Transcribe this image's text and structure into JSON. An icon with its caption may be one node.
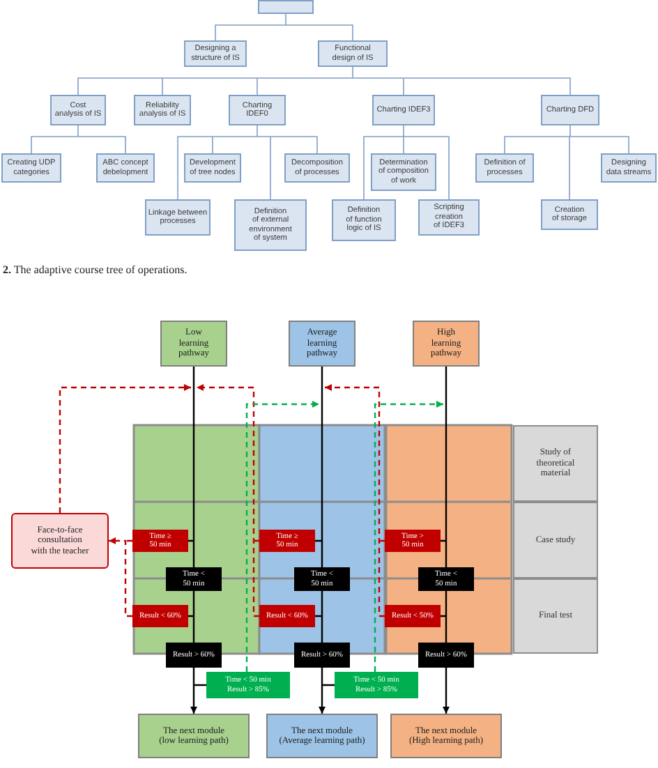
{
  "diagram": {
    "caption": "**2.** The adaptive course tree of operations.",
    "nodes": [
      {
        "text": [],
        "shape": "box"
      },
      {
        "text": [
          "Designing a structure of IS"
        ]
      },
      {
        "text": [
          "Functional design of IS"
        ]
      },
      {
        "text": [
          "Cost analysis of IS"
        ]
      },
      {
        "text": [
          "Reliability analysis of IS"
        ]
      },
      {
        "text": [
          "Charting IDEF0"
        ]
      },
      {
        "text": [
          "Charting IDEF3"
        ]
      },
      {
        "text": [
          "Charting DFD"
        ]
      },
      {
        "text": [
          "Creating UDP categories"
        ]
      },
      {
        "text": [
          "ABC concept debelopment"
        ]
      },
      {
        "text": [
          "Development of tree nodes"
        ]
      },
      {
        "text": [
          "Decomposition of processes"
        ]
      },
      {
        "text": [
          "Linkage between processes"
        ]
      },
      {
        "text": [
          "Definition of external environment of system"
        ]
      },
      {
        "text": [
          "Determination of composition of work"
        ]
      },
      {
        "text": [
          "Definition of function logic of IS"
        ]
      },
      {
        "text": [
          "Scripting creation of IDEF3"
        ]
      },
      {
        "text": [
          "Definition of processes"
        ]
      },
      {
        "text": [
          "Designing data streams"
        ]
      },
      {
        "text": [
          "Creation of storage"
        ]
      },
      {
        "text": [
          "Low learning pathway"
        ]
      },
      {
        "text": [
          "Average learning pathway"
        ]
      },
      {
        "text": [
          "High learning pathway"
        ]
      },
      {
        "text": [
          "Study of theoretical material"
        ]
      },
      {
        "text": [
          "Case study"
        ]
      },
      {
        "text": [
          "Final test"
        ]
      },
      {
        "text": [
          "Face-to-face consultation with the teacher"
        ]
      },
      {
        "text": [
          "Time ≥ 50 min"
        ]
      },
      {
        "text": [
          "Time < 50 min"
        ]
      },
      {
        "text": [
          "Result < 60%"
        ]
      },
      {
        "text": [
          "Result > 60%"
        ]
      },
      {
        "text": [
          "Time < 50 min Result > 85%"
        ]
      },
      {
        "text": [
          "Time ≥ 50 min"
        ]
      },
      {
        "text": [
          "Time < 50 min"
        ]
      },
      {
        "text": [
          "Result < 60%"
        ]
      },
      {
        "text": [
          "Result > 60%"
        ]
      },
      {
        "text": [
          "Time < 50 min Result > 85%"
        ]
      },
      {
        "text": [
          "Time > 50 min"
        ]
      },
      {
        "text": [
          "Time < 50 min"
        ]
      },
      {
        "text": [
          "Result < 50%"
        ]
      },
      {
        "text": [
          "Result > 60%"
        ]
      },
      {
        "text": [
          "The next module (low learning path)"
        ]
      },
      {
        "text": [
          "The next module (Average learning path)"
        ]
      },
      {
        "text": [
          "The next module (High learning path)"
        ]
      }
    ],
    "edges": [
      {
        "from": 0,
        "to": 1,
        "arrow": "none"
      },
      {
        "from": 0,
        "to": 2,
        "arrow": "none"
      },
      {
        "from": 2,
        "to": 3,
        "arrow": "none"
      },
      {
        "from": 2,
        "to": 4,
        "arrow": "none"
      },
      {
        "from": 2,
        "to": 5,
        "arrow": "none"
      },
      {
        "from": 2,
        "to": 6,
        "arrow": "none"
      },
      {
        "from": 2,
        "to": 7,
        "arrow": "none"
      },
      {
        "from": 3,
        "to": 8,
        "arrow": "none"
      },
      {
        "from": 3,
        "to": 9,
        "arrow": "none"
      },
      {
        "from": 5,
        "to": 10,
        "arrow": "none"
      },
      {
        "from": 5,
        "to": 11,
        "arrow": "none"
      },
      {
        "from": 5,
        "to": 12,
        "arrow": "none"
      },
      {
        "from": 5,
        "to": 13,
        "arrow": "none"
      },
      {
        "from": 6,
        "to": 14,
        "arrow": "none"
      },
      {
        "from": 6,
        "to": 15,
        "arrow": "none"
      },
      {
        "from": 6,
        "to": 16,
        "arrow": "none"
      },
      {
        "from": 7,
        "to": 17,
        "arrow": "none"
      },
      {
        "from": 7,
        "to": 18,
        "arrow": "none"
      },
      {
        "from": 7,
        "to": 19,
        "arrow": "none"
      },
      {
        "from": 20,
        "to": 27,
        "arrow": "none",
        "color": "#000000"
      },
      {
        "from": 20,
        "to": 28,
        "arrow": "none",
        "color": "#000000"
      },
      {
        "from": 28,
        "to": 29,
        "arrow": "none",
        "color": "#000000"
      },
      {
        "from": 28,
        "to": 30,
        "arrow": "none",
        "color": "#000000"
      },
      {
        "from": 30,
        "to": 31,
        "arrow": "none",
        "color": "#000000"
      },
      {
        "from": 30,
        "to": 41,
        "arrow": "to",
        "color": "#000000"
      },
      {
        "from": 21,
        "to": 32,
        "arrow": "none",
        "color": "#000000"
      },
      {
        "from": 21,
        "to": 33,
        "arrow": "none",
        "color": "#000000"
      },
      {
        "from": 33,
        "to": 34,
        "arrow": "none",
        "color": "#000000"
      },
      {
        "from": 33,
        "to": 35,
        "arrow": "none",
        "color": "#000000"
      },
      {
        "from": 35,
        "to": 36,
        "arrow": "none",
        "color": "#000000"
      },
      {
        "from": 35,
        "to": 42,
        "arrow": "to",
        "color": "#000000"
      },
      {
        "from": 22,
        "to": 37,
        "arrow": "none",
        "color": "#000000"
      },
      {
        "from": 22,
        "to": 38,
        "arrow": "none",
        "color": "#000000"
      },
      {
        "from": 38,
        "to": 39,
        "arrow": "none",
        "color": "#000000"
      },
      {
        "from": 38,
        "to": 40,
        "arrow": "none",
        "color": "#000000"
      },
      {
        "from": 40,
        "to": 43,
        "arrow": "to",
        "color": "#000000"
      },
      {
        "from": 27,
        "to": 26,
        "arrow": "to",
        "style": "dashed",
        "color": "#c00000"
      },
      {
        "from": 29,
        "to": 26,
        "arrow": "to",
        "style": "dashed",
        "color": "#c00000"
      },
      {
        "from": 26,
        "to": 20,
        "arrow": "to",
        "style": "dashed",
        "color": "#c00000"
      },
      {
        "from": 32,
        "to": 20,
        "arrow": "to",
        "style": "dashed",
        "color": "#c00000"
      },
      {
        "from": 34,
        "to": 20,
        "arrow": "to",
        "style": "dashed",
        "color": "#c00000"
      },
      {
        "from": 37,
        "to": 21,
        "arrow": "to",
        "style": "dashed",
        "color": "#c00000"
      },
      {
        "from": 39,
        "to": 21,
        "arrow": "to",
        "style": "dashed",
        "color": "#c00000"
      },
      {
        "from": 31,
        "to": 21,
        "arrow": "to",
        "style": "dashed",
        "color": "#00b050"
      },
      {
        "from": 36,
        "to": 22,
        "arrow": "to",
        "style": "dashed",
        "color": "#00b050"
      }
    ]
  }
}
